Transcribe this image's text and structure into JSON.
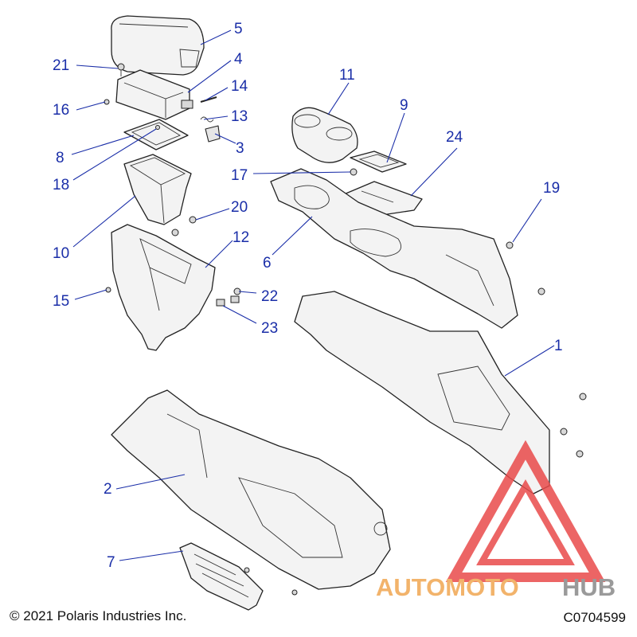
{
  "callouts": [
    {
      "num": "5"
    },
    {
      "num": "21"
    },
    {
      "num": "4"
    },
    {
      "num": "14"
    },
    {
      "num": "16"
    },
    {
      "num": "13"
    },
    {
      "num": "3"
    },
    {
      "num": "8"
    },
    {
      "num": "18"
    },
    {
      "num": "10"
    },
    {
      "num": "11"
    },
    {
      "num": "9"
    },
    {
      "num": "24"
    },
    {
      "num": "17"
    },
    {
      "num": "19"
    },
    {
      "num": "20"
    },
    {
      "num": "12"
    },
    {
      "num": "6"
    },
    {
      "num": "15"
    },
    {
      "num": "22"
    },
    {
      "num": "23"
    },
    {
      "num": "1"
    },
    {
      "num": "2"
    },
    {
      "num": "7"
    }
  ],
  "footer": {
    "copyright": "© 2021 Polaris Industries Inc.",
    "figure_code": "C0704599"
  },
  "watermark": {
    "word1": "AUTOMOTO",
    "word2": "HUB",
    "color1": "#f2b36b",
    "color2": "#9a9a9a",
    "triangle_color": "#e94b4b"
  },
  "colors": {
    "callout": "#1a2ea8"
  }
}
